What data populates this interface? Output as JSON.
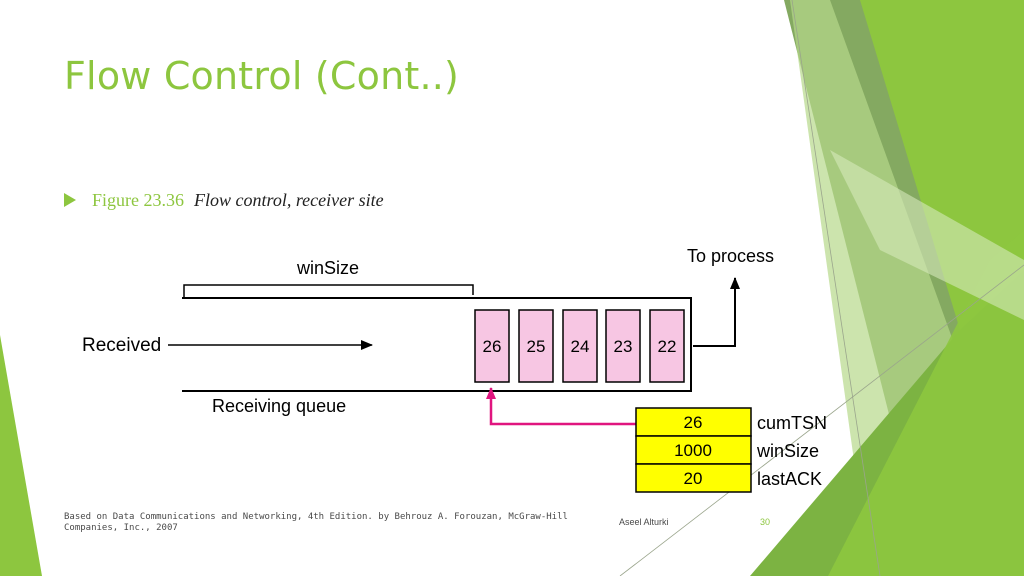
{
  "slide": {
    "title": "Flow Control (Cont..)",
    "bullet": {
      "figure_label": "Figure 23.36",
      "figure_caption": "Flow control, receiver site"
    }
  },
  "diagram": {
    "win_size_label": "winSize",
    "received_label": "Received",
    "queue_label": "Receiving queue",
    "to_process_label": "To process",
    "queue_cells": [
      "26",
      "25",
      "24",
      "23",
      "22"
    ],
    "table": [
      {
        "value": "26",
        "label": "cumTSN"
      },
      {
        "value": "1000",
        "label": "winSize"
      },
      {
        "value": "20",
        "label": "lastACK"
      }
    ]
  },
  "footer": {
    "source": "Based on Data Communications and Networking, 4th Edition. by Behrouz A. Forouzan,  McGraw-Hill Companies, Inc., 2007",
    "author": "Aseel Alturki",
    "page": "30"
  },
  "colors": {
    "accent": "#8dc63f",
    "cell_fill": "#f7c6e3",
    "table_fill": "#ffff00",
    "pointer": "#e0157f"
  }
}
